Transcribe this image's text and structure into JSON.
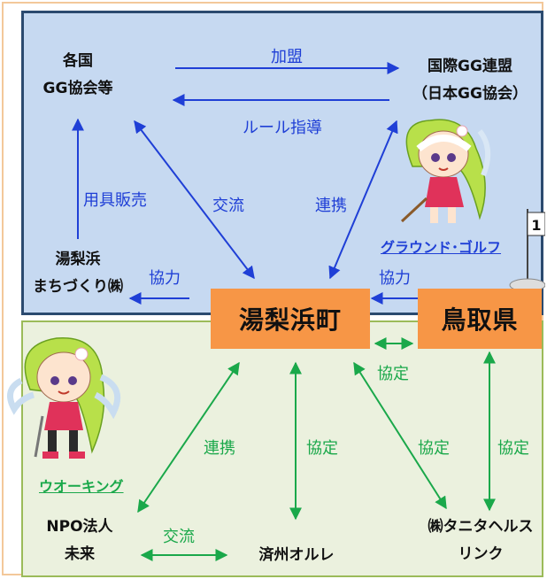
{
  "nodes": {
    "kakkoku": [
      "各国",
      "GG協会等"
    ],
    "kokusai": [
      "国際GG連盟",
      "（日本GG協会）"
    ],
    "machizukuri": [
      "湯梨浜",
      "まちづくり㈱"
    ],
    "yurihama": "湯梨浜町",
    "tottori": "鳥取県",
    "npo": [
      "NPO法人",
      "未来"
    ],
    "olle": "済州オルレ",
    "tanita": [
      "㈱タニタヘルス",
      "リンク"
    ]
  },
  "edge_labels": {
    "kamei": "加盟",
    "rule": "ルール指導",
    "yougu": "用具販売",
    "kouryu_top": "交流",
    "renkei_top": "連携",
    "kyoryoku_left": "協力",
    "kyoryoku_right": "協力",
    "kyotei_pref": "協定",
    "renkei_bottom": "連携",
    "kyotei_olle": "協定",
    "kyotei_tanita": "協定",
    "kyotei_tottori": "協定",
    "kouryu_bottom": "交流"
  },
  "links": {
    "ground_golf": "グラウンド･ゴルフ",
    "walking": "ウオーキング"
  },
  "flag_number": "1",
  "colors": {
    "top_panel": "#c6d9f1",
    "bottom_panel": "#ebf1de",
    "box": "#f79646",
    "blue_arrow": "#1f3fd6",
    "green_arrow": "#1aa84a"
  }
}
